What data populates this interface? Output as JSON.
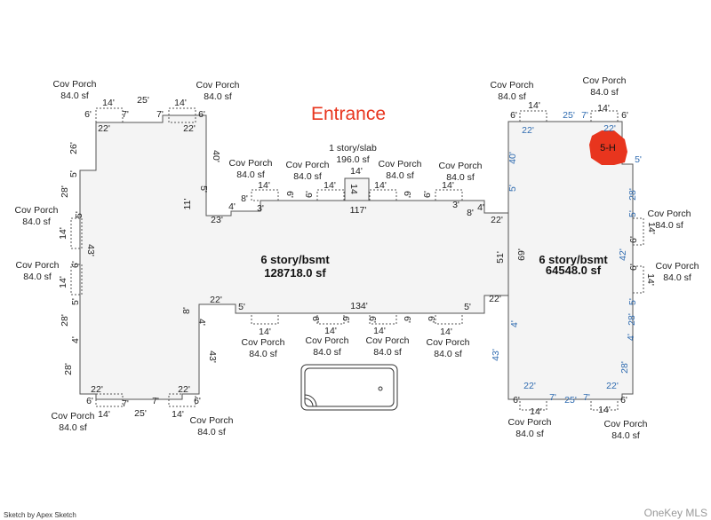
{
  "title": "Entrance",
  "buildings": [
    {
      "label": "6 story/bsmt",
      "area": "128718.0 sf"
    },
    {
      "label": "6 story/bsmt",
      "area": "64548.0 sf"
    }
  ],
  "slab": {
    "label": "1 story/slab",
    "area": "196.0 sf"
  },
  "unit_marker": {
    "label": "5-H",
    "color": "#e8351e"
  },
  "porch": {
    "label": "Cov Porch",
    "area": "84.0 sf"
  },
  "footer": {
    "credit": "Sketch by Apex Sketch",
    "watermark": "OneKey MLS"
  },
  "colors": {
    "title": "#e8351e",
    "blue_dims": "#2f6bb0",
    "outline": "#555555",
    "fill": "#f4f4f4"
  }
}
